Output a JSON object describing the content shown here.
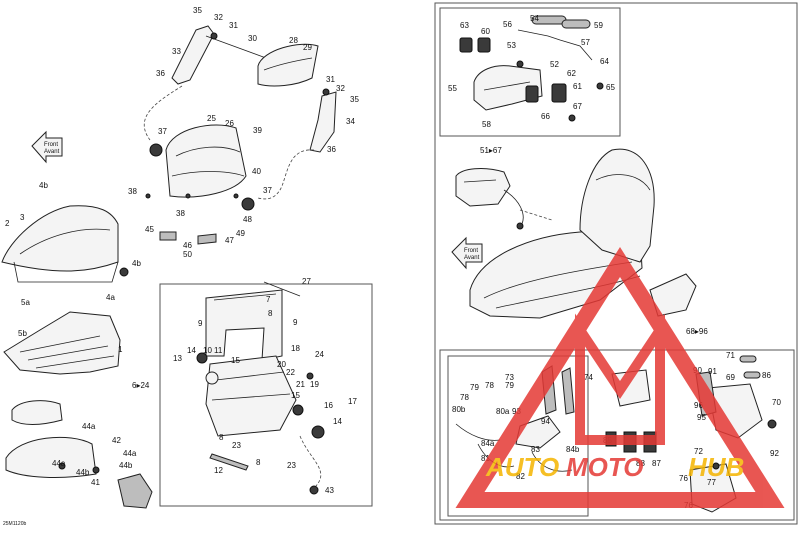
{
  "labels": {
    "left": [
      "35",
      "32",
      "31",
      "30",
      "33",
      "36",
      "28",
      "29",
      "31",
      "32",
      "35",
      "34",
      "36",
      "37",
      "25",
      "26",
      "39",
      "40",
      "37",
      "38",
      "38",
      "48",
      "49",
      "45",
      "46",
      "47",
      "50",
      "4b",
      "3",
      "2",
      "4b",
      "5a",
      "5b",
      "4a",
      "1",
      "27",
      "7",
      "8",
      "9",
      "9",
      "13",
      "10",
      "11",
      "14",
      "15",
      "18",
      "20",
      "24",
      "22",
      "21",
      "19",
      "17",
      "15",
      "16",
      "14",
      "6▸24",
      "8",
      "23",
      "8",
      "12",
      "23",
      "43",
      "44a",
      "42",
      "44a",
      "44b",
      "41",
      "44a",
      "44b"
    ],
    "right": [
      "63",
      "60",
      "56",
      "54",
      "59",
      "53",
      "52",
      "57",
      "64",
      "65",
      "55",
      "62",
      "61",
      "67",
      "58",
      "66",
      "51▸67",
      "68▸96",
      "71",
      "86",
      "69",
      "90",
      "91",
      "70",
      "96",
      "95",
      "92",
      "79",
      "78",
      "73",
      "79",
      "80a",
      "74",
      "78",
      "80b",
      "93",
      "94",
      "84a",
      "83",
      "84b",
      "81",
      "82",
      "85",
      "88",
      "87",
      "72",
      "76",
      "77",
      "76"
    ]
  },
  "front_arrows": [
    [
      "Front",
      "Avant"
    ],
    [
      "Front",
      "Avant"
    ]
  ],
  "figure_code": "25M1120b",
  "watermark": {
    "brand_a": "AUTO",
    "brand_b": "MOTO",
    "brand_c": "HUB",
    "color_red": "#e53935",
    "color_yellow": "#f5b400"
  },
  "colors": {
    "line": "#222222",
    "frame": "#555555"
  }
}
